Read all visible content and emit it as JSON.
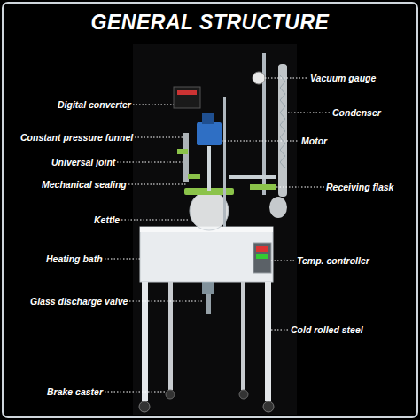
{
  "diagram": {
    "title": "GENERAL STRUCTURE",
    "labels": [
      "Vacuum gauge",
      "Digital converter",
      "Condenser",
      "Constant pressure funnel",
      "Motor",
      "Universal joint",
      "Receiving flask",
      "Mechanical sealing",
      "Kettle",
      "Heating bath",
      "Temp. controller",
      "Glass discharge valve",
      "Cold rolled steel",
      "Brake caster"
    ]
  }
}
